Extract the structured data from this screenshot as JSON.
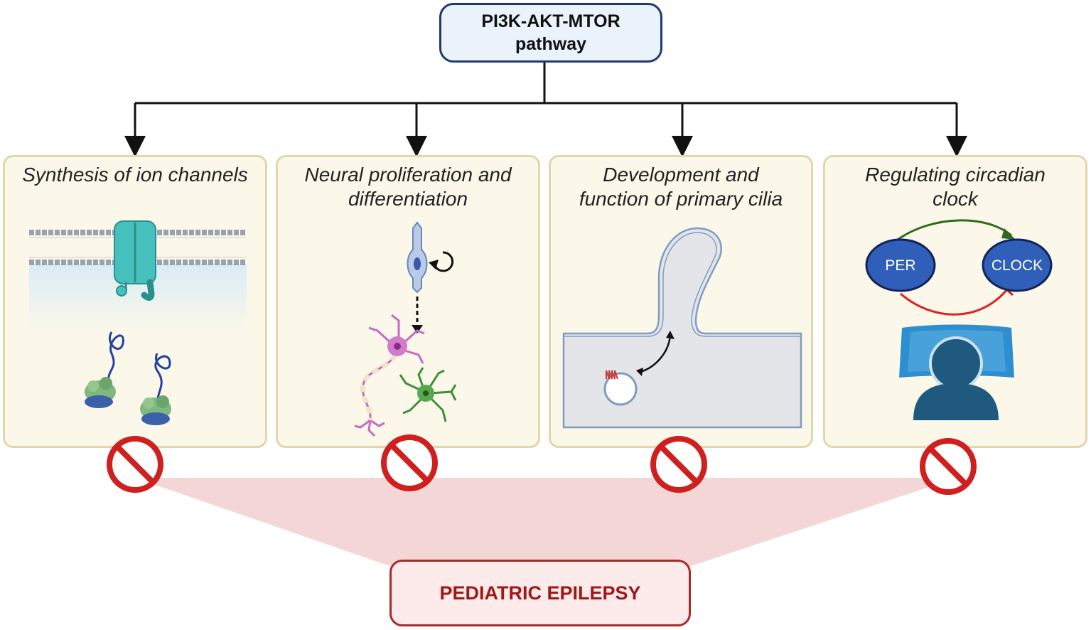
{
  "top_node": {
    "line1": "PI3K-AKT-MTOR",
    "line2": "pathway"
  },
  "panels": [
    {
      "title_line1": "Synthesis of ion channels",
      "title_line2": ""
    },
    {
      "title_line1": "Neural proliferation and",
      "title_line2": "differentiation"
    },
    {
      "title_line1": "Development and",
      "title_line2": "function of primary cilia"
    },
    {
      "title_line1": "Regulating circadian",
      "title_line2": "clock"
    }
  ],
  "circadian": {
    "node_a": "PER",
    "node_b": "CLOCK"
  },
  "bottom_node": {
    "label": "PEDIATRIC EPILEPSY"
  },
  "icons": [
    "membrane-channel-icon",
    "ribosome-icon",
    "neural-stem-cell-icon",
    "neuron-icon",
    "astrocyte-icon",
    "primary-cilium-icon",
    "vesicle-icon",
    "person-icon",
    "prohibited-icon"
  ],
  "colors": {
    "prohibited": "#cf1f1f",
    "activation": "#2f6b1f",
    "inhibition": "#e02020",
    "node_fill": "#2f5fb8"
  }
}
